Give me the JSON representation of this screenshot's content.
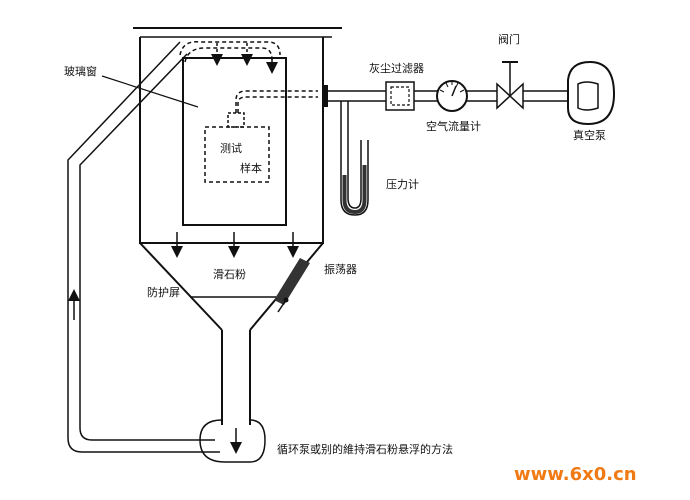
{
  "labels": {
    "glass_window": "玻璃窗",
    "test": "测试",
    "sample": "样本",
    "dust_filter": "灰尘过滤器",
    "valve": "阀门",
    "airflow_meter": "空气流量计",
    "vacuum_pump": "真空泵",
    "pressure_gauge": "压力计",
    "vibrator": "振荡器",
    "talc": "滑石粉",
    "shield": "防护屏",
    "caption": "循环泵或别的維持滑石粉悬浮的方法"
  },
  "watermark": "www.6x0.cn",
  "colors": {
    "line": "#111111",
    "watermark": "#f07a13",
    "background": "#ffffff"
  }
}
